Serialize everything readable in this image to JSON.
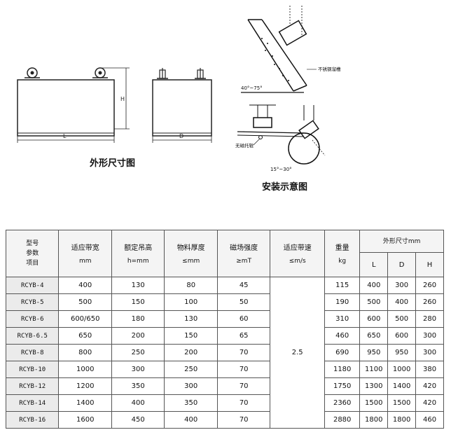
{
  "figures": {
    "outline": {
      "caption": "外形尺寸图",
      "dim_h": "H",
      "dim_l": "L",
      "dim_d": "D"
    },
    "install": {
      "caption": "安装示意图",
      "label_chute": "不锈钢溜槽",
      "angle_range": "40°~75°",
      "label_roller": "无磁托辊",
      "angle_low": "15°~30°"
    }
  },
  "table": {
    "headers": {
      "model": [
        "型号",
        "参数",
        "项目"
      ],
      "belt_width": {
        "title": "适应带宽",
        "unit": "mm"
      },
      "lift_height": {
        "title": "额定吊高",
        "unit": "h=mm"
      },
      "material_thickness": {
        "title": "物料厚度",
        "unit": "≤mm"
      },
      "field_strength": {
        "title": "磁场强度",
        "unit": "≥mT"
      },
      "belt_speed": {
        "title": "适应带速",
        "unit": "≤m/s"
      },
      "weight": {
        "title": "重量",
        "unit": "kg"
      },
      "outline": {
        "title": "外形尺寸mm",
        "L": "L",
        "D": "D",
        "H": "H"
      }
    },
    "belt_speed_value": "2.5",
    "rows": [
      {
        "model": "RCYB-4",
        "width": "400",
        "height": "130",
        "thick": "80",
        "field": "45",
        "weight": "115",
        "L": "400",
        "D": "300",
        "H": "260"
      },
      {
        "model": "RCYB-5",
        "width": "500",
        "height": "150",
        "thick": "100",
        "field": "50",
        "weight": "190",
        "L": "500",
        "D": "400",
        "H": "260"
      },
      {
        "model": "RCYB-6",
        "width": "600/650",
        "height": "180",
        "thick": "130",
        "field": "60",
        "weight": "310",
        "L": "600",
        "D": "500",
        "H": "280"
      },
      {
        "model": "RCYB-6.5",
        "width": "650",
        "height": "200",
        "thick": "150",
        "field": "65",
        "weight": "460",
        "L": "650",
        "D": "600",
        "H": "300"
      },
      {
        "model": "RCYB-8",
        "width": "800",
        "height": "250",
        "thick": "200",
        "field": "70",
        "weight": "690",
        "L": "950",
        "D": "950",
        "H": "300"
      },
      {
        "model": "RCYB-10",
        "width": "1000",
        "height": "300",
        "thick": "250",
        "field": "70",
        "weight": "1180",
        "L": "1100",
        "D": "1000",
        "H": "380"
      },
      {
        "model": "RCYB-12",
        "width": "1200",
        "height": "350",
        "thick": "300",
        "field": "70",
        "weight": "1750",
        "L": "1300",
        "D": "1400",
        "H": "420"
      },
      {
        "model": "RCYB-14",
        "width": "1400",
        "height": "400",
        "thick": "350",
        "field": "70",
        "weight": "2360",
        "L": "1500",
        "D": "1500",
        "H": "420"
      },
      {
        "model": "RCYB-16",
        "width": "1600",
        "height": "450",
        "thick": "400",
        "field": "70",
        "weight": "2880",
        "L": "1800",
        "D": "1800",
        "H": "460"
      }
    ]
  }
}
